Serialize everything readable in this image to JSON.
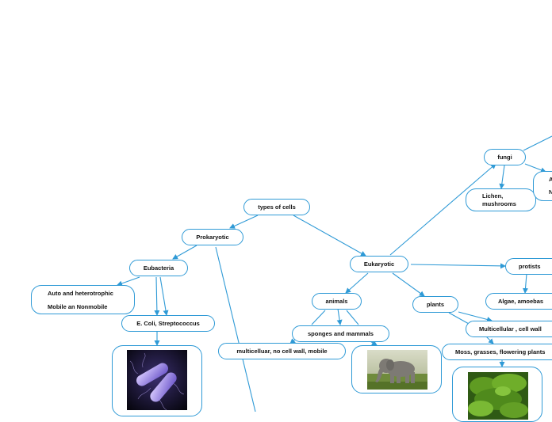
{
  "nodes": {
    "types_of_cells": "types of cells",
    "prokaryotic": "Prokaryotic",
    "eukaryotic": "Eukaryotic",
    "eubacteria": "Eubacteria",
    "auto_hetero": [
      "Auto and heterotrophic",
      "Mobile an Nonmobile"
    ],
    "ecoli": "E. Coli, Streptococcus",
    "fungi": "fungi",
    "lichen": [
      "Lichen,",
      "mushrooms"
    ],
    "fungi_right_partial": [
      "A",
      "N"
    ],
    "protists": "protists",
    "algae": "Algae, amoebas",
    "animals": "animals",
    "plants": "plants",
    "sponges": "sponges and mammals",
    "multicellular_animal": "multicelluar, no cell wall, mobile",
    "multicellular_plant": "Multicellular , cell wall",
    "moss": "Moss, grasses, flowering plants"
  },
  "images": {
    "bacteria": "bacteria-image",
    "elephant": "elephant-image",
    "moss": "moss-image"
  },
  "colors": {
    "edge": "#2f9ad6",
    "node_border": "#2f9ad6",
    "text": "#111111"
  }
}
